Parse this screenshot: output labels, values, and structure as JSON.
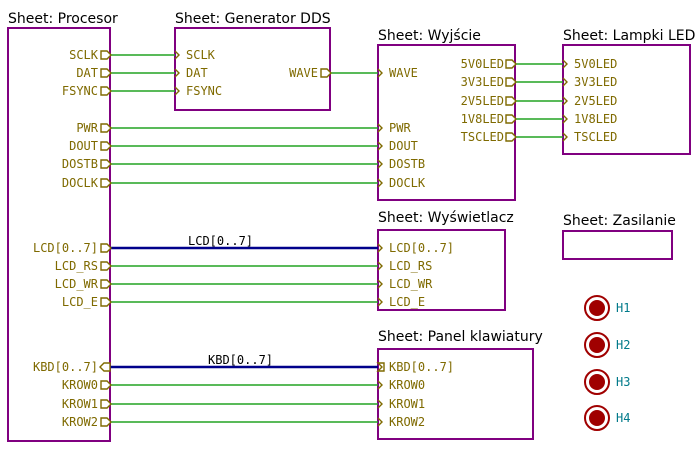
{
  "colors": {
    "sheet_border": "#800080",
    "wire": "#22a322",
    "bus": "#00008b",
    "pin_glyph": "#7f6a00",
    "pin_text": "#7f6a00",
    "hole_fill": "#a00000",
    "hole_label": "#007a8a"
  },
  "sheets": {
    "procesor": {
      "title": "Sheet: Procesor",
      "pins": [
        "SCLK",
        "DAT",
        "FSYNC",
        "PWR",
        "DOUT",
        "DOSTB",
        "DOCLK",
        "LCD[0..7]",
        "LCD_RS",
        "LCD_WR",
        "LCD_E",
        "KBD[0..7]",
        "KROW0",
        "KROW1",
        "KROW2"
      ]
    },
    "dds": {
      "title": "Sheet: Generator DDS",
      "left_pins": [
        "SCLK",
        "DAT",
        "FSYNC"
      ],
      "right_pins": [
        "WAVE"
      ]
    },
    "wyjscie": {
      "title": "Sheet: Wyjście",
      "left_pins": [
        "WAVE",
        "PWR",
        "DOUT",
        "DOSTB",
        "DOCLK"
      ],
      "right_pins": [
        "5V0LED",
        "3V3LED",
        "2V5LED",
        "1V8LED",
        "TSCLED"
      ]
    },
    "lampki": {
      "title": "Sheet: Lampki LED",
      "pins": [
        "5V0LED",
        "3V3LED",
        "2V5LED",
        "1V8LED",
        "TSCLED"
      ]
    },
    "wyswietlacz": {
      "title": "Sheet: Wyświetlacz",
      "pins": [
        "LCD[0..7]",
        "LCD_RS",
        "LCD_WR",
        "LCD_E"
      ]
    },
    "zasilanie": {
      "title": "Sheet: Zasilanie"
    },
    "klawiatura": {
      "title": "Sheet: Panel klawiatury",
      "pins": [
        "KBD[0..7]",
        "KROW0",
        "KROW1",
        "KROW2"
      ]
    }
  },
  "bus_labels": [
    "LCD[0..7]",
    "KBD[0..7]"
  ],
  "mounting_holes": [
    "H1",
    "H2",
    "H3",
    "H4"
  ]
}
